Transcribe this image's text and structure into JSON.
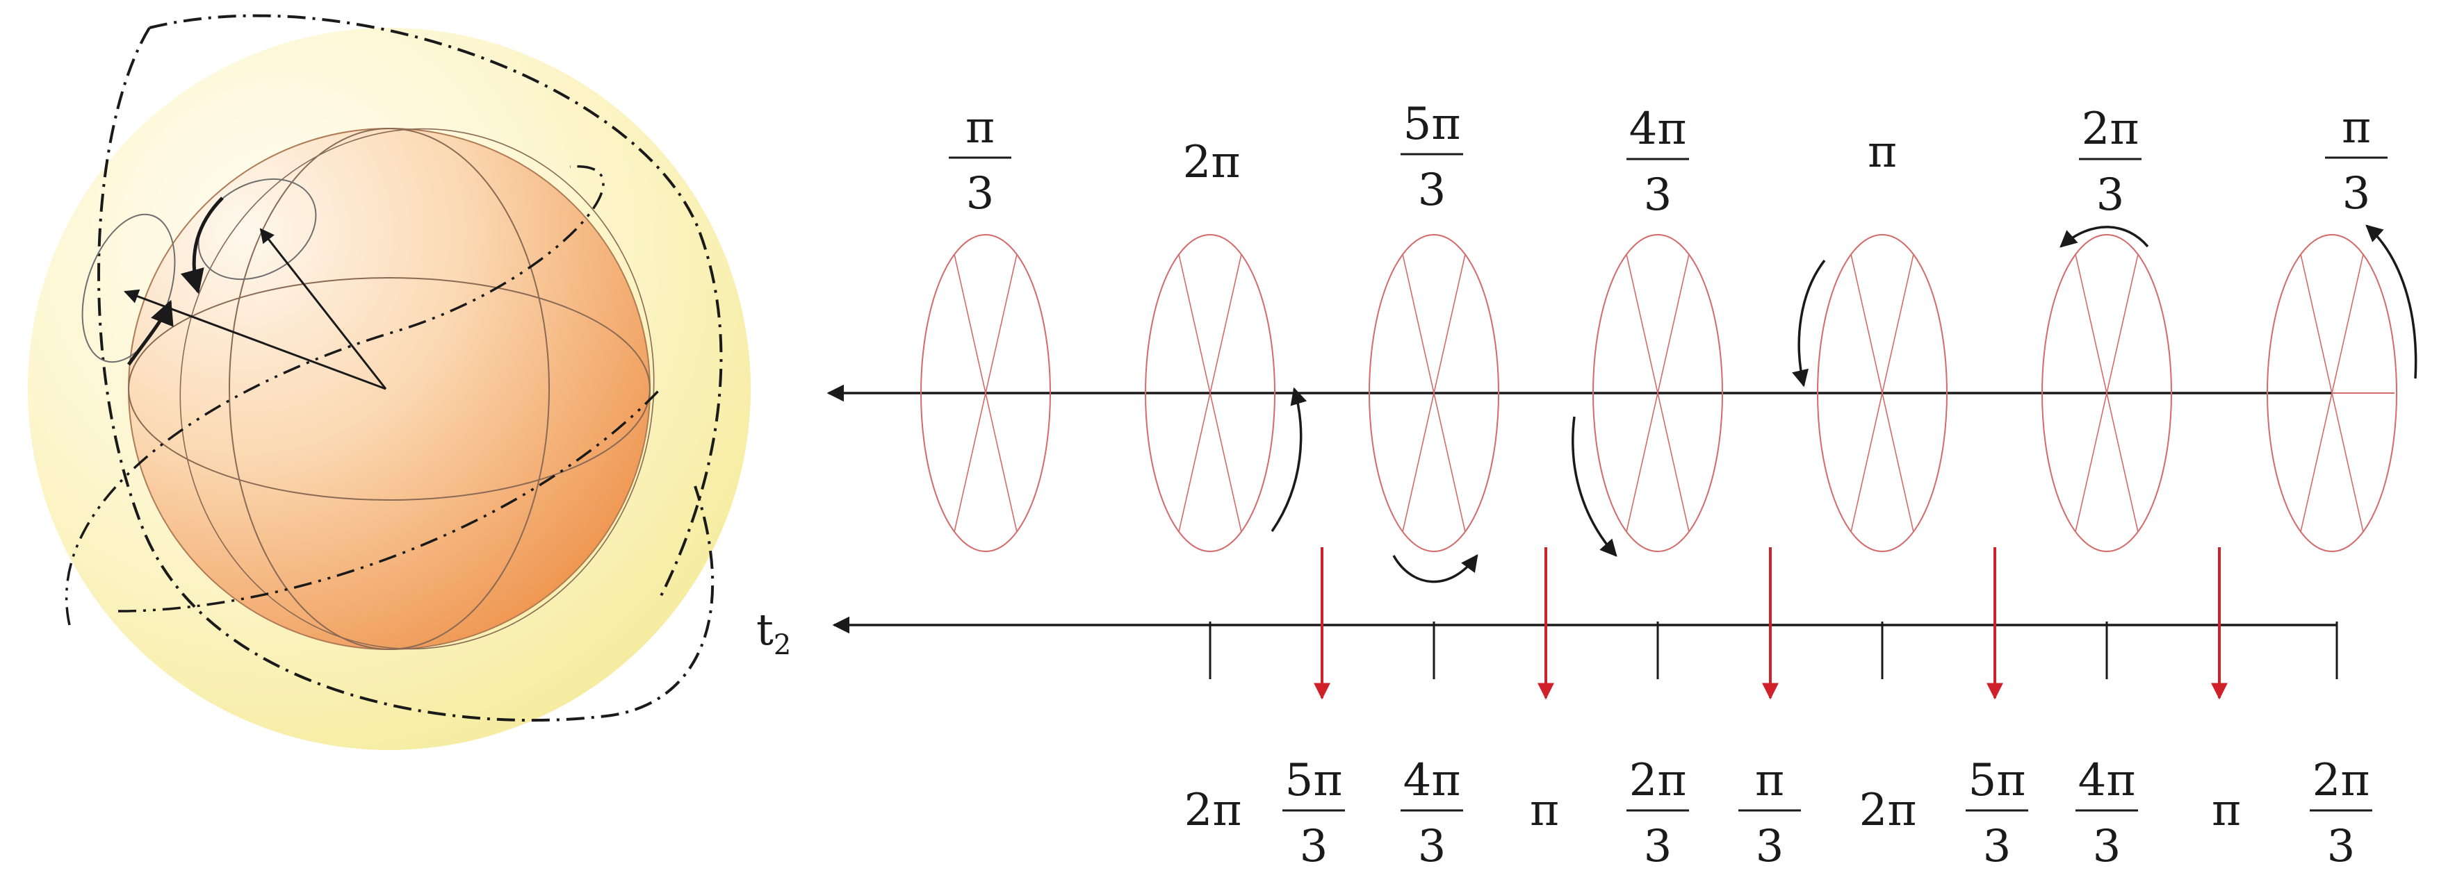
{
  "colors": {
    "ellipse_stroke": "#d46a6a",
    "red_arrow": "#d0202a",
    "axis": "#1a1a1a",
    "halo_outer": "#f6eea0",
    "sphere_light": "#fdf1e2",
    "sphere_dark": "#ef9a4f"
  },
  "pi": "π",
  "top_phases": [
    {
      "num": "π",
      "den": "3"
    },
    {
      "num": "2π",
      "den": ""
    },
    {
      "num": "5π",
      "den": "3"
    },
    {
      "num": "4π",
      "den": "3"
    },
    {
      "num": "π",
      "den": ""
    },
    {
      "num": "2π",
      "den": "3"
    },
    {
      "num": "π",
      "den": "3"
    }
  ],
  "axis_label": {
    "main": "t",
    "sub": "2"
  },
  "bottom_phases": [
    {
      "num": "2π",
      "den": ""
    },
    {
      "num": "5π",
      "den": "3"
    },
    {
      "num": "4π",
      "den": "3"
    },
    {
      "num": "π",
      "den": ""
    },
    {
      "num": "2π",
      "den": "3"
    },
    {
      "num": "π",
      "den": "3"
    },
    {
      "num": "2π",
      "den": ""
    },
    {
      "num": "5π",
      "den": "3"
    },
    {
      "num": "4π",
      "den": "3"
    },
    {
      "num": "π",
      "den": ""
    },
    {
      "num": "2π",
      "den": "3"
    }
  ]
}
